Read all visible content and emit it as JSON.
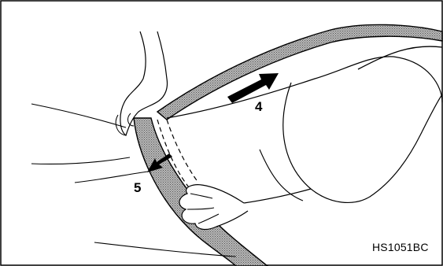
{
  "figure": {
    "code": "HS1051BC",
    "step_labels": [
      "4",
      "5"
    ]
  },
  "colors": {
    "ink": "#000000",
    "belt_fill": "#8f8f8f",
    "background": "#ffffff"
  },
  "icons": {
    "step_4_arrow": "arrow-right-icon",
    "step_5_arrow": "arrow-down-left-icon"
  }
}
